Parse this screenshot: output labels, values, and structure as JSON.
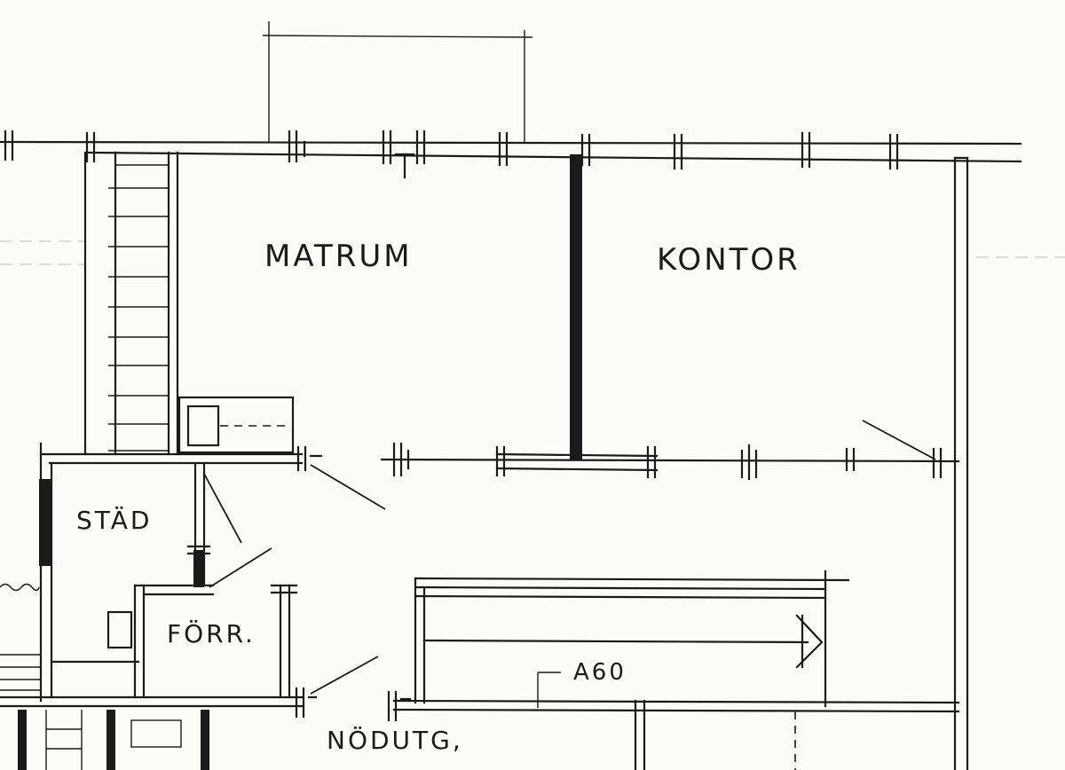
{
  "rooms": {
    "matrum": "MATRUM",
    "kontor": "KONTOR",
    "stad": "STÄD",
    "forr": "FÖRR.",
    "nodutg": "NÖDUTG,",
    "a60": "A60"
  },
  "colors": {
    "ink": "#1a1a1a",
    "paper": "#fbfbf9"
  }
}
